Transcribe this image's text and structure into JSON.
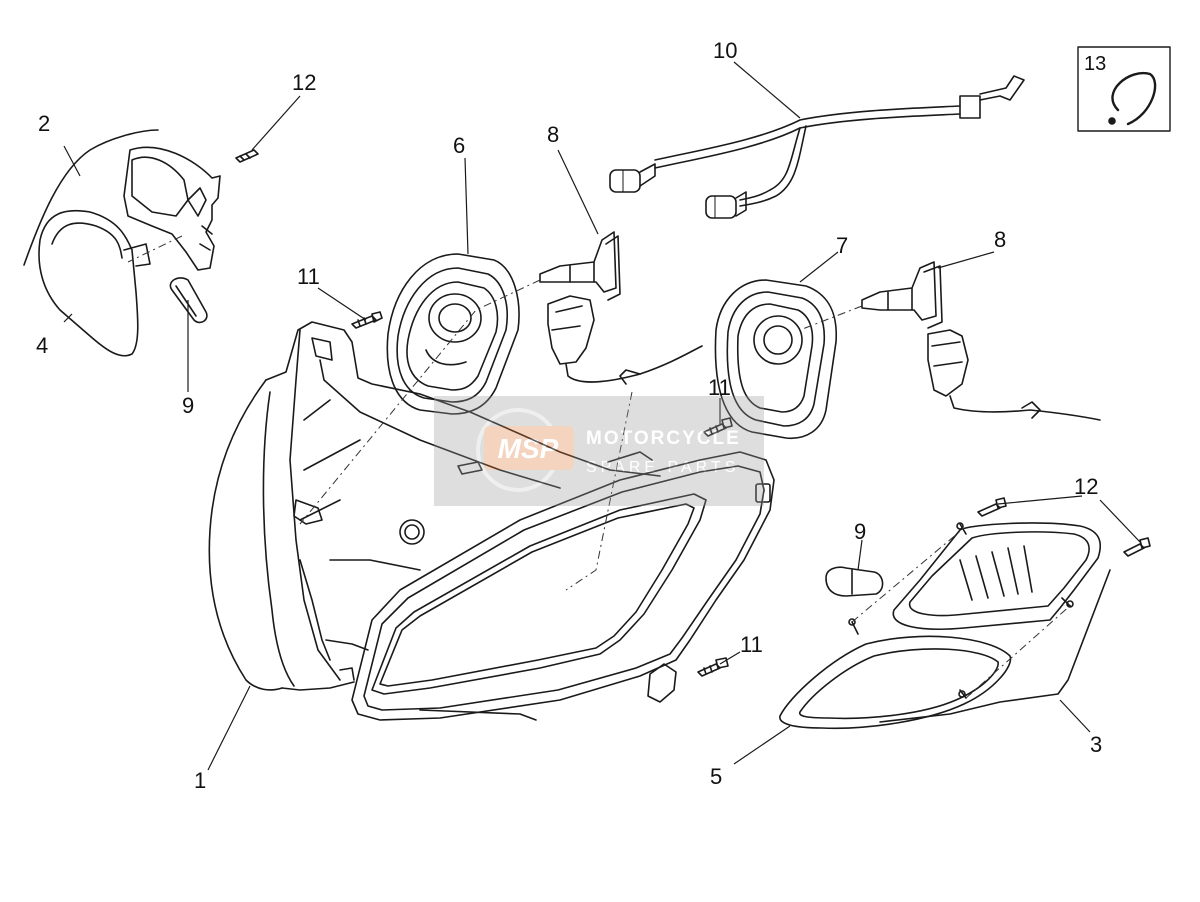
{
  "labels": {
    "p1": "1",
    "p2": "2",
    "p3": "3",
    "p4": "4",
    "p5": "5",
    "p6": "6",
    "p7": "7",
    "p8a": "8",
    "p8b": "8",
    "p9a": "9",
    "p9b": "9",
    "p10": "10",
    "p11a": "11",
    "p11b": "11",
    "p11c": "11",
    "p12a": "12",
    "p12b": "12",
    "p13": "13"
  },
  "watermark": {
    "logo": "MSP",
    "line1": "MOTORCYCLE",
    "line2": "SPARE PARTS"
  }
}
